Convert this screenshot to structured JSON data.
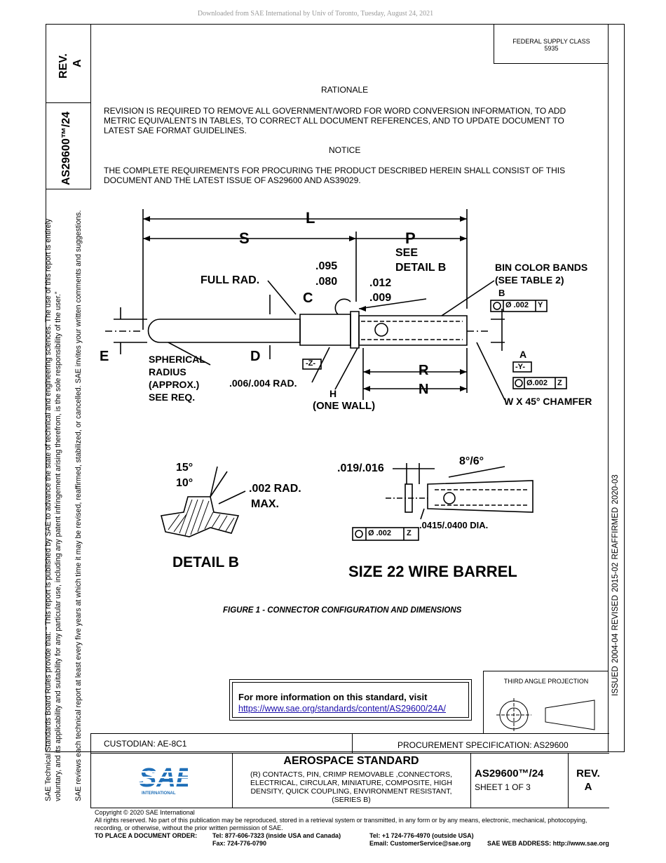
{
  "download_banner": "Downloaded from SAE International by Univ of Toronto, Tuesday, August 24, 2021",
  "supply_class": {
    "line1": "FEDERAL SUPPLY CLASS",
    "line2": "5935"
  },
  "left_column": {
    "rev_label": "REV.",
    "rev_value": "A",
    "doc_number": "AS29600™/24",
    "side_note_1": "SAE Technical Standards Board Rules provide that: “  This report is published by SAE to advance the state of technical and engineering sciences. The use of this report is entirely",
    "side_note_2": "voluntary, and its applicability and suitability for any particular use, including any patent infringement arising therefrom, is the sole responsibility of the user.”",
    "side_note_3": "SAE reviews each technical report at least every five years at which time it may be revised, reaffirmed, stabilized, or cancelled. SAE invites your written comments and suggestions."
  },
  "right_column": {
    "history": "ISSUED 2004-04    REVISED 2015-02    REAFFIRMED 2020-03"
  },
  "rationale": {
    "heading": "RATIONALE",
    "text_lines": [
      "REVISION IS REQUIRED TO REMOVE ALL GOVERNMENT/WORD FOR WORD CONVERSION INFORMATION, TO ADD",
      "METRIC EQUIVALENTS IN TABLES, TO CORRECT ALL DOCUMENT REFERENCES, AND TO UPDATE DOCUMENT TO",
      "LATEST SAE FORMAT GUIDELINES."
    ]
  },
  "notice": {
    "heading": "NOTICE",
    "text_lines": [
      "THE COMPLETE REQUIREMENTS FOR PROCURING THE PRODUCT DESCRIBED HEREIN SHALL CONSIST OF THIS",
      "DOCUMENT AND THE LATEST ISSUE OF AS29600 AND AS39029."
    ]
  },
  "drawing": {
    "L": "L",
    "S": "S",
    "P": "P",
    "see_detail": "SEE",
    "detail_b_ref": "DETAIL B",
    "dim_095": ".095",
    "dim_080": ".080",
    "dim_012": ".012",
    "dim_009": ".009",
    "full_rad": "FULL RAD.",
    "C": "C",
    "bin_bands_1": "BIN COLOR BANDS",
    "bin_bands_2": "(SEE TABLE 2)",
    "B": "B",
    "tol_1": "Ø .002",
    "datum_Y": "Y",
    "E": "E",
    "D": "D",
    "datum_Z_box": "-Z-",
    "spherical_1": "SPHERICAL",
    "spherical_2": "RADIUS",
    "spherical_3": "(APPROX.)",
    "spherical_4": "SEE REQ.",
    "rad_006": ".006/.004 RAD.",
    "H": "H",
    "one_wall": "(ONE WALL)",
    "R": "R",
    "N": "N",
    "A": "A",
    "datum_Y_box": "-Y-",
    "tol_2": "Ø.002",
    "datum_Z": "Z",
    "chamfer": "W X 45° CHAMFER",
    "angle_15": "15°",
    "angle_10": "10°",
    "rad_002": ".002 RAD.",
    "max": "MAX.",
    "detail_b_title": "DETAIL B",
    "dim_019": ".019/.016",
    "angle_8_6": "8°/6°",
    "dia_0415": ".0415/.0400 DIA.",
    "tol_3": "Ø .002",
    "datum_Z3": "Z",
    "wire_barrel_title": "SIZE 22 WIRE BARREL"
  },
  "figure_caption": "FIGURE 1 - CONNECTOR CONFIGURATION AND DIMENSIONS",
  "info_box": {
    "line1": "For more information on this standard, visit",
    "link": "https://www.sae.org/standards/content/AS29600/24A/"
  },
  "projection": {
    "label": "THIRD ANGLE PROJECTION"
  },
  "title_block": {
    "custodian": "CUSTODIAN: AE-8C1",
    "procurement": "PROCUREMENT SPECIFICATION: AS29600",
    "logo_text": "SAE",
    "logo_sub": "INTERNATIONAL",
    "std_title": "AEROSPACE STANDARD",
    "desc_lines": [
      "(R) CONTACTS, PIN, CRIMP REMOVABLE ,CONNECTORS,",
      "ELECTRICAL, CIRCULAR, MINIATURE, COMPOSITE, HIGH",
      "DENSITY, QUICK COUPLING, ENVIRONMENT RESISTANT,",
      "(SERIES B)"
    ],
    "doc_number": "AS29600™/24",
    "sheet": "SHEET 1 OF 3",
    "rev_label": "REV.",
    "rev_value": "A"
  },
  "footer": {
    "copyright": "Copyright © 2020 SAE International",
    "rights_1": "All rights reserved. No part of this publication may be reproduced, stored in a retrieval system or transmitted, in any form or by any means, electronic, mechanical, photocopying,",
    "rights_2": "recording, or otherwise, without the prior written permission of SAE.",
    "order_label": "TO PLACE A DOCUMENT ORDER:",
    "tel_usa": "Tel: 877-606-7323 (inside USA and Canada)",
    "fax": "Fax: 724-776-0790",
    "tel_outside": "Tel: +1 724-776-4970 (outside USA)",
    "email": "Email: CustomerService@sae.org",
    "web": "SAE WEB ADDRESS: http://www.sae.org"
  }
}
